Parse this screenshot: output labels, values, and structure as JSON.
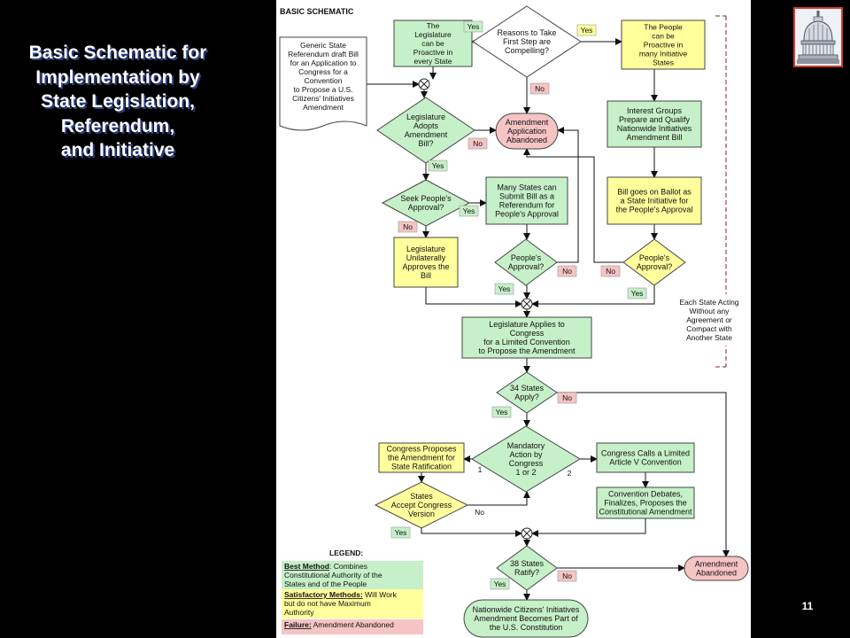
{
  "slide": {
    "title_lines": [
      "Basic Schematic for",
      "Implementation by",
      "State Legislation,",
      "Referendum,",
      "and Initiative"
    ],
    "page_number": "11"
  },
  "colors": {
    "green": "#c6f0c8",
    "yellow": "#ffff9c",
    "pink": "#f6c4c4",
    "background": "#000000"
  },
  "diagram": {
    "heading": "BASIC SCHEMATIC",
    "nodes": {
      "doc": {
        "lines": [
          "Generic State",
          "Referendum draft Bill",
          "for an Application to",
          "Congress for a",
          "Convention",
          "to Propose a U.S.",
          "Citizens' Initiatives",
          "Amendment"
        ]
      },
      "leg_proactive": {
        "lines": [
          "The",
          "Legislature",
          "can be",
          "Proactive in",
          "every State"
        ]
      },
      "reasons": {
        "lines": [
          "Reasons to Take",
          "First Step are",
          "Compelling?"
        ]
      },
      "people_proactive": {
        "lines": [
          "The People",
          "can be",
          "Proactive in",
          "many Initiative",
          "States"
        ]
      },
      "adopts": {
        "lines": [
          "Legislature",
          "Adopts",
          "Amendment",
          "Bill?"
        ]
      },
      "abandoned1": {
        "lines": [
          "Amendment",
          "Application",
          "Abandoned"
        ]
      },
      "interest": {
        "lines": [
          "Interest Groups",
          "Prepare and Qualify",
          "Nationwide Initiatives",
          "Amendment Bill"
        ]
      },
      "seek": {
        "lines": [
          "Seek People's",
          "Approval?"
        ]
      },
      "many_states": {
        "lines": [
          "Many States can",
          "Submit Bill as a",
          "Referendum for",
          "People's Approval"
        ]
      },
      "ballot": {
        "lines": [
          "Bill goes on Ballot as",
          "a State Initiative for",
          "the People's Approval"
        ]
      },
      "unilateral": {
        "lines": [
          "Legislature",
          "Unilaterally",
          "Approves the",
          "Bill"
        ]
      },
      "approval_mid": {
        "lines": [
          "People's",
          "Approval?"
        ]
      },
      "approval_right": {
        "lines": [
          "People's",
          "Approval?"
        ]
      },
      "applies": {
        "lines": [
          "Legislature Applies to",
          "Congress",
          "for a Limited Convention",
          "to Propose the Amendment"
        ]
      },
      "states34": {
        "lines": [
          "34 States",
          "Apply?"
        ]
      },
      "mandatory": {
        "lines": [
          "Mandatory",
          "Action by",
          "Congress",
          "1 or 2"
        ]
      },
      "congress_proposes": {
        "lines": [
          "Congress Proposes",
          "the Amendment for",
          "State Ratification"
        ]
      },
      "congress_calls": {
        "lines": [
          "Congress Calls a Limited",
          "Article V Convention"
        ]
      },
      "accept": {
        "lines": [
          "States",
          "Accept Congress",
          "Version"
        ]
      },
      "debates": {
        "lines": [
          "Convention Debates,",
          "Finalizes,  Proposes the",
          "Constitutional Amendment"
        ]
      },
      "states38": {
        "lines": [
          "38 States",
          "Ratify?"
        ]
      },
      "abandoned2": {
        "lines": [
          "Amendment",
          "Abandoned"
        ]
      },
      "final": {
        "lines": [
          "Nationwide Citizens' Initiatives",
          "Amendment Becomes Part of",
          "the U.S. Constitution"
        ]
      }
    },
    "tags": {
      "t1": "Yes",
      "t2": "Yes",
      "t3": "No",
      "t4": "No",
      "t5": "Yes",
      "t6": "Yes",
      "t7": "No",
      "t8": "No",
      "t9": "No",
      "t10": "Yes",
      "t11": "Yes",
      "t12": "No",
      "t13": "Yes",
      "t14": "1",
      "t15": "2",
      "t16": "No",
      "t17": "Yes",
      "t18": "No",
      "t19": "Yes"
    },
    "side_note_lines": [
      "Each State Acting",
      "Without any",
      "Agreement or",
      "Compact with",
      "Another State"
    ],
    "legend": {
      "title": "LEGEND:",
      "best": {
        "label": "Best Method",
        "text_lines": [
          ": Combines",
          "Constitutional Authority of the",
          "States and of the People"
        ]
      },
      "satisfactory": {
        "label": "Satisfactory Methods:",
        "text_lines": [
          " Will Work",
          "but do not have Maximum",
          "Authority"
        ]
      },
      "failure": {
        "label": "Failure:",
        "text_lines": [
          " Amendment Abandoned"
        ]
      }
    }
  }
}
